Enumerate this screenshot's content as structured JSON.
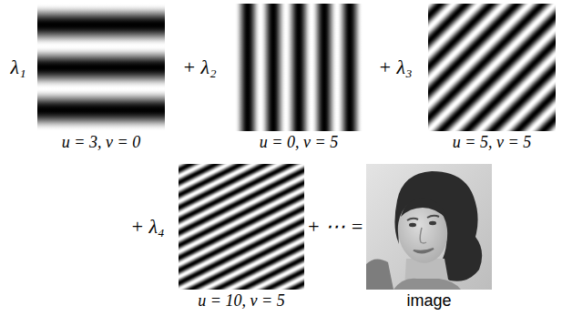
{
  "diagram": {
    "nodes": [
      {
        "text": [
          "u = 3, v = 0"
        ]
      },
      {
        "text": [
          "u = 0, v = 5"
        ]
      },
      {
        "text": [
          "u = 5, v = 5"
        ]
      },
      {
        "text": [
          "u = 10, v = 5"
        ]
      },
      {
        "text": [
          "image"
        ]
      }
    ],
    "labels": [
      "λ₁",
      "+ λ₂",
      "+ λ₃",
      "+ λ₄",
      "+ ⋯ ="
    ]
  }
}
